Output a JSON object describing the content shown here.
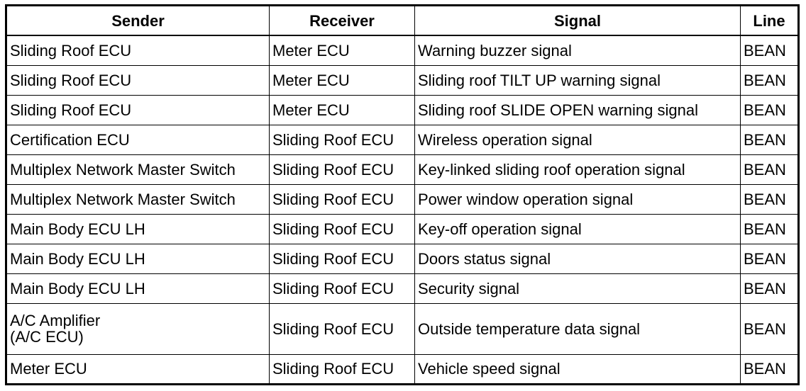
{
  "table": {
    "headers": {
      "sender": "Sender",
      "receiver": "Receiver",
      "signal": "Signal",
      "line": "Line"
    },
    "rows": [
      {
        "sender": "Sliding Roof ECU",
        "receiver": "Meter ECU",
        "signal": "Warning buzzer signal",
        "line": "BEAN"
      },
      {
        "sender": "Sliding Roof ECU",
        "receiver": "Meter ECU",
        "signal": "Sliding roof TILT UP warning signal",
        "line": "BEAN"
      },
      {
        "sender": "Sliding Roof ECU",
        "receiver": "Meter ECU",
        "signal": "Sliding roof SLIDE OPEN warning signal",
        "line": "BEAN"
      },
      {
        "sender": "Certification ECU",
        "receiver": "Sliding Roof ECU",
        "signal": "Wireless operation signal",
        "line": "BEAN"
      },
      {
        "sender": "Multiplex Network Master Switch",
        "receiver": "Sliding Roof ECU",
        "signal": "Key-linked sliding roof operation signal",
        "line": "BEAN"
      },
      {
        "sender": "Multiplex Network Master Switch",
        "receiver": "Sliding Roof ECU",
        "signal": "Power window operation signal",
        "line": "BEAN"
      },
      {
        "sender": "Main Body ECU LH",
        "receiver": "Sliding Roof ECU",
        "signal": "Key-off operation signal",
        "line": "BEAN"
      },
      {
        "sender": "Main Body ECU LH",
        "receiver": "Sliding Roof ECU",
        "signal": "Doors status signal",
        "line": "BEAN"
      },
      {
        "sender": "Main Body ECU LH",
        "receiver": "Sliding Roof ECU",
        "signal": "Security signal",
        "line": "BEAN"
      },
      {
        "sender_line1": "A/C Amplifier",
        "sender_line2": "(A/C ECU)",
        "receiver": "Sliding Roof ECU",
        "signal": "Outside temperature data signal",
        "line": "BEAN"
      },
      {
        "sender": "Meter ECU",
        "receiver": "Sliding Roof ECU",
        "signal": "Vehicle speed signal",
        "line": "BEAN"
      }
    ]
  }
}
